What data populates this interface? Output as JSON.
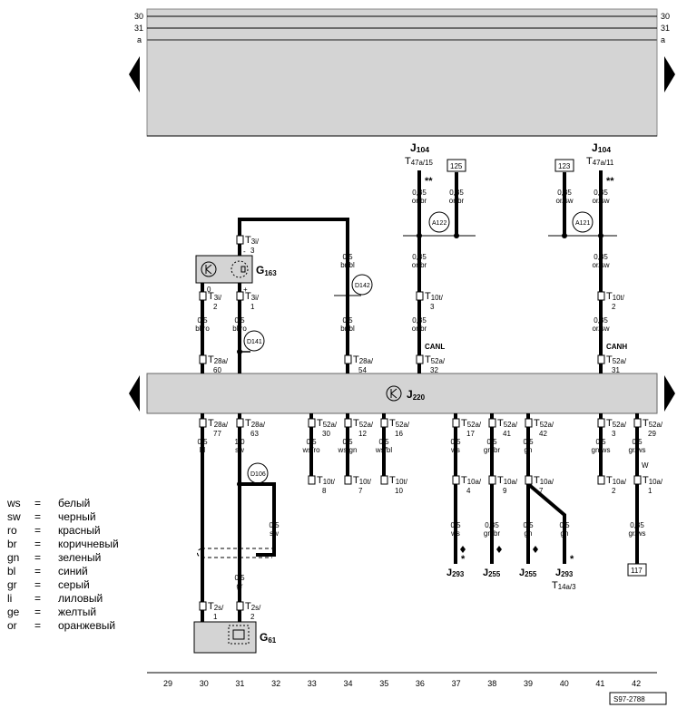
{
  "bus_lines": [
    "30",
    "31",
    "a"
  ],
  "j220": {
    "label": "J",
    "sub": "220"
  },
  "g163": {
    "label": "G",
    "sub": "163"
  },
  "g61": {
    "label": "G",
    "sub": "61"
  },
  "j104_left": {
    "label": "J",
    "sub": "104",
    "conn": "T",
    "conn_sub": "47a/15",
    "mark": "**"
  },
  "j104_right": {
    "label": "J",
    "sub": "104",
    "conn": "T",
    "conn_sub": "47a/11",
    "mark": "**"
  },
  "boxes": {
    "b125": "125",
    "b123": "123",
    "b117": "117"
  },
  "splices": {
    "a122": "A122",
    "a121": "A121",
    "d142": "D142",
    "d141": "D141",
    "d106": "D106"
  },
  "can": {
    "low": "CANL",
    "high": "CANH"
  },
  "wires": [
    {
      "size": "0,5",
      "color": "bl/ro"
    },
    {
      "size": "0,5",
      "color": "bl/ro"
    },
    {
      "size": "0,5",
      "color": "br/bl"
    },
    {
      "size": "0,5",
      "color": "br/bl"
    },
    {
      "size": "0,35",
      "color": "or/br"
    },
    {
      "size": "0,35",
      "color": "or/br"
    },
    {
      "size": "0,35",
      "color": "or/br"
    },
    {
      "size": "0,35",
      "color": "or/br"
    },
    {
      "size": "0,35",
      "color": "or/sw"
    },
    {
      "size": "0,35",
      "color": "or/sw"
    },
    {
      "size": "0,35",
      "color": "or/sw"
    },
    {
      "size": "0,35",
      "color": "or/sw"
    },
    {
      "size": "0,5",
      "color": "bl"
    },
    {
      "size": "1,0",
      "color": "sw"
    },
    {
      "size": "0,5",
      "color": "sw"
    },
    {
      "size": "0,5",
      "color": "gr"
    },
    {
      "size": "0,5",
      "color": "ws/ro"
    },
    {
      "size": "0,5",
      "color": "ws/gn"
    },
    {
      "size": "0,5",
      "color": "ws/bl"
    },
    {
      "size": "0,5",
      "color": "ws"
    },
    {
      "size": "0,5",
      "color": "gn/br"
    },
    {
      "size": "0,5",
      "color": "gn"
    },
    {
      "size": "0,5",
      "color": "gn/ws"
    },
    {
      "size": "0,5",
      "color": "gr/ws"
    },
    {
      "size": "0,5",
      "color": "ws"
    },
    {
      "size": "0,35",
      "color": "gn/br"
    },
    {
      "size": "0,5",
      "color": "gn"
    },
    {
      "size": "0,5",
      "color": "gn"
    },
    {
      "size": "0,35",
      "color": "gr/ws"
    }
  ],
  "connectors": [
    {
      "main": "T",
      "sub": "3i/",
      "num": "3"
    },
    {
      "main": "T",
      "sub": "3i/",
      "num": "2"
    },
    {
      "main": "T",
      "sub": "3i/",
      "num": "1"
    },
    {
      "main": "T",
      "sub": "28a/",
      "num": "60"
    },
    {
      "main": "T",
      "sub": "28a/",
      "num": "54"
    },
    {
      "main": "T",
      "sub": "10t/",
      "num": "3"
    },
    {
      "main": "T",
      "sub": "52a/",
      "num": "32"
    },
    {
      "main": "T",
      "sub": "10t/",
      "num": "2"
    },
    {
      "main": "T",
      "sub": "52a/",
      "num": "31"
    },
    {
      "main": "T",
      "sub": "28a/",
      "num": "77"
    },
    {
      "main": "T",
      "sub": "28a/",
      "num": "63"
    },
    {
      "main": "T",
      "sub": "52a/",
      "num": "30"
    },
    {
      "main": "T",
      "sub": "52a/",
      "num": "12"
    },
    {
      "main": "T",
      "sub": "52a/",
      "num": "16"
    },
    {
      "main": "T",
      "sub": "52a/",
      "num": "17"
    },
    {
      "main": "T",
      "sub": "52a/",
      "num": "41"
    },
    {
      "main": "T",
      "sub": "52a/",
      "num": "42"
    },
    {
      "main": "T",
      "sub": "52a/",
      "num": "3"
    },
    {
      "main": "T",
      "sub": "52a/",
      "num": "29"
    },
    {
      "main": "T",
      "sub": "10t/",
      "num": "8"
    },
    {
      "main": "T",
      "sub": "10t/",
      "num": "7"
    },
    {
      "main": "T",
      "sub": "10t/",
      "num": "10"
    },
    {
      "main": "T",
      "sub": "10a/",
      "num": "4"
    },
    {
      "main": "T",
      "sub": "10a/",
      "num": "9"
    },
    {
      "main": "T",
      "sub": "10a/",
      "num": "7"
    },
    {
      "main": "T",
      "sub": "10a/",
      "num": "2"
    },
    {
      "main": "T",
      "sub": "10a/",
      "num": "1"
    },
    {
      "main": "T",
      "sub": "2s/",
      "num": "1"
    },
    {
      "main": "T",
      "sub": "2s/",
      "num": "2"
    }
  ],
  "pin_marks": {
    "g163_zero": "0",
    "g163_minus": "-",
    "g163_plus": "+",
    "w": "W"
  },
  "bottom_devices": [
    {
      "label": "J",
      "sub": "293",
      "mark": "*"
    },
    {
      "label": "J",
      "sub": "255",
      "mark": ""
    },
    {
      "label": "J",
      "sub": "255",
      "mark": ""
    },
    {
      "label": "J",
      "sub": "293",
      "mark": "*"
    }
  ],
  "t14": {
    "label": "T",
    "sub": "14a/3"
  },
  "columns": [
    "29",
    "30",
    "31",
    "32",
    "33",
    "34",
    "35",
    "36",
    "37",
    "38",
    "39",
    "40",
    "41",
    "42"
  ],
  "ref": "S97-2788",
  "legend": [
    {
      "code": "ws",
      "eq": "=",
      "name": "белый"
    },
    {
      "code": "sw",
      "eq": "=",
      "name": "черный"
    },
    {
      "code": "ro",
      "eq": "=",
      "name": "красный"
    },
    {
      "code": "br",
      "eq": "=",
      "name": "коричневый"
    },
    {
      "code": "gn",
      "eq": "=",
      "name": "зеленый"
    },
    {
      "code": "bl",
      "eq": "=",
      "name": "синий"
    },
    {
      "code": "gr",
      "eq": "=",
      "name": "серый"
    },
    {
      "code": "li",
      "eq": "=",
      "name": "лиловый"
    },
    {
      "code": "ge",
      "eq": "=",
      "name": "желтый"
    },
    {
      "code": "or",
      "eq": "=",
      "name": "оранжевый"
    }
  ]
}
